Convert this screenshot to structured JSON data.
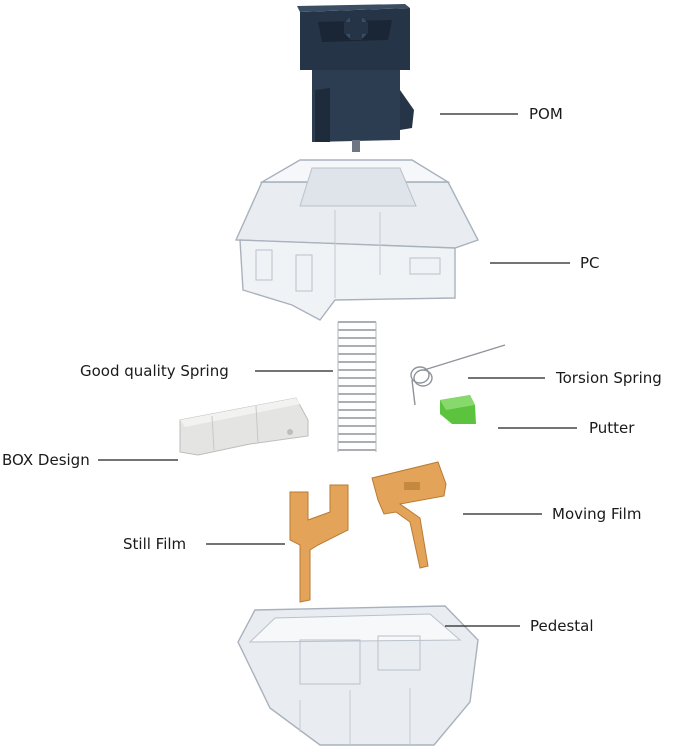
{
  "labels": {
    "pom": "POM",
    "pc": "PC",
    "spring": "Good quality Spring",
    "torsion": "Torsion Spring",
    "box": "BOX Design",
    "putter": "Putter",
    "moving": "Moving Film",
    "still": "Still Film",
    "pedestal": "Pedestal"
  },
  "colors": {
    "stem": "#253447",
    "housing": "#e9edf2",
    "housing_edge": "#a9b2bc",
    "spring": "#8f949a",
    "box": "#e4e4e2",
    "putter": "#5cc33f",
    "film": "#e3a45a",
    "leader": "#222222"
  }
}
